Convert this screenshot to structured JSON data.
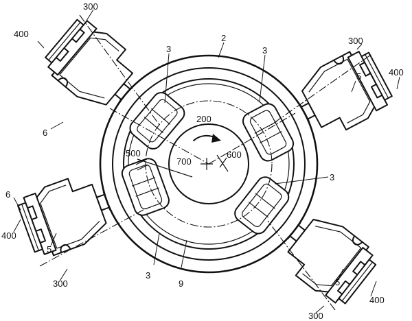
{
  "labels": {
    "axis_300": "300",
    "head_400": "400",
    "ring_2": "2",
    "holder_3": "3",
    "jaw_5": "5",
    "jaw_6": "6",
    "arrow_200": "200",
    "mark_500": "500",
    "mark_600": "600",
    "mark_700": "700",
    "ring_9": "9"
  }
}
